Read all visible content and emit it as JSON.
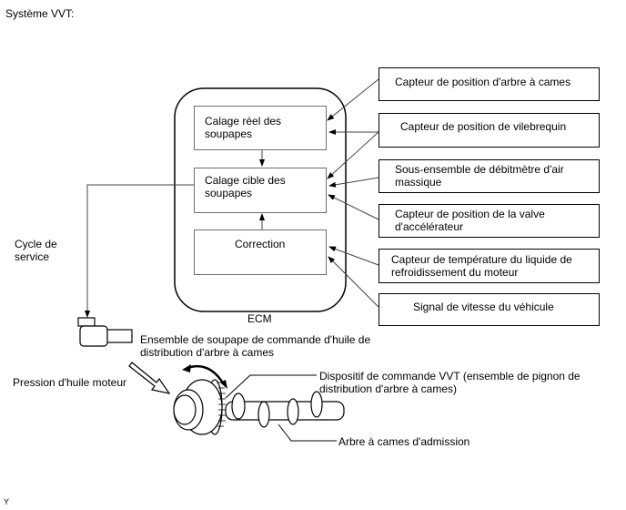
{
  "title": "Système VVT:",
  "ecm": {
    "label": "ECM",
    "blocks": {
      "actual_timing": "Calage réel des\nsoupapes",
      "target_timing": "Calage cible des\nsoupapes",
      "correction": "Correction"
    }
  },
  "sensors": [
    {
      "label": "Capteur de position d'arbre  à cames"
    },
    {
      "label": "Capteur de position de vilebrequin"
    },
    {
      "label": "Sous-ensemble de débitmètre d'air\nmassique"
    },
    {
      "label": "Capteur de position de la valve\nd'accélérateur"
    },
    {
      "label": "Capteur de température du liquide de\nrefroidissement du moteur"
    },
    {
      "label": "Signal de vitesse du véhicule"
    }
  ],
  "labels": {
    "duty_cycle": "Cycle de\nservice",
    "ocv": "Ensemble de soupape de commande d'huile de\ndistribution d'arbre à cames",
    "oil_pressure": "Pression d'huile moteur",
    "vvt_controller": "Dispositif de commande VVT (ensemble de pignon de\ndistribution d'arbre à cames)",
    "intake_camshaft": "Arbre à cames d'admission"
  },
  "footer_mark": "Y"
}
